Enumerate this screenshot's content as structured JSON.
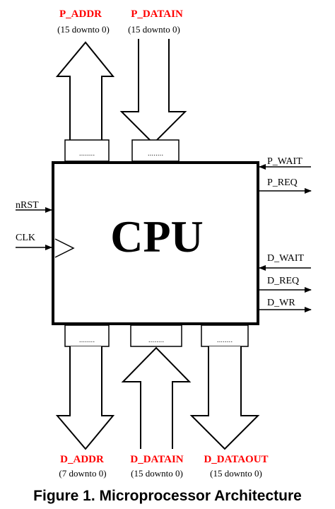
{
  "cpu_label": "CPU",
  "top_buses": [
    {
      "name": "P_ADDR",
      "range": "(15 downto 0)",
      "direction": "up"
    },
    {
      "name": "P_DATAIN",
      "range": "(15 downto 0)",
      "direction": "down"
    }
  ],
  "bottom_buses": [
    {
      "name": "D_ADDR",
      "range": "(7 downto 0)",
      "direction": "down"
    },
    {
      "name": "D_DATAIN",
      "range": "(15 downto 0)",
      "direction": "up"
    },
    {
      "name": "D_DATAOUT",
      "range": "(15 downto 0)",
      "direction": "down"
    }
  ],
  "left_signals": [
    {
      "name": "nRST"
    },
    {
      "name": "CLK"
    }
  ],
  "right_signals": [
    {
      "name": "P_WAIT",
      "direction": "in"
    },
    {
      "name": "P_REQ",
      "direction": "out"
    },
    {
      "name": "D_WAIT",
      "direction": "in"
    },
    {
      "name": "D_REQ",
      "direction": "out"
    },
    {
      "name": "D_WR",
      "direction": "out"
    }
  ],
  "caption": "Figure 1. Microprocessor Architecture",
  "colors": {
    "bus_label": "#ff0000",
    "stroke": "#000000"
  }
}
